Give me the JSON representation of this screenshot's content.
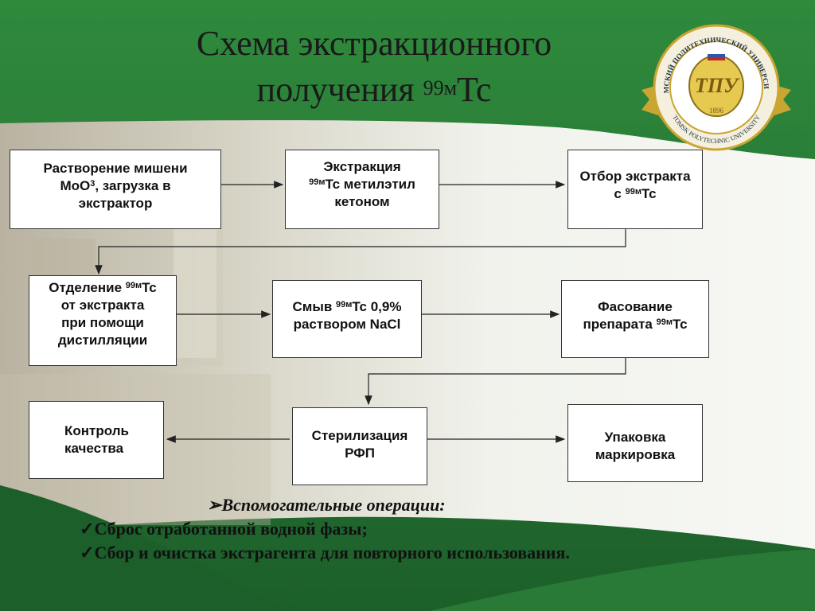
{
  "title": {
    "line1": "Схема экстракционного",
    "line2_main": "получения ",
    "line2_sup": "99м",
    "line2_end": "Tc"
  },
  "logo": {
    "top_text": "ТОМСКИЙ ПОЛИТЕХНИЧЕСКИЙ УНИВЕРСИТЕТ",
    "bottom_text": "TOMSK POLYTECHNIC UNIVERSITY",
    "monogram": "ТПУ",
    "year": "1896"
  },
  "boxes": {
    "b1": {
      "l1": "Растворение  мишени",
      "l2a": "MoO",
      "l2sup": "3",
      "l2b": ", загрузка в",
      "l3": "экстрактор"
    },
    "b2": {
      "l1": "Экстракция",
      "l2sup": "99м",
      "l2b": "Tc метилэтил",
      "l3": "кетоном"
    },
    "b3": {
      "l1": "Отбор экстракта",
      "l2a": "с ",
      "l2sup": "99м",
      "l2b": "Tc"
    },
    "b4": {
      "l1a": "Отделение ",
      "l1sup": "99м",
      "l1b": "Tc",
      "l2": "от экстракта",
      "l3": "при помощи",
      "l4": "дистилляции"
    },
    "b5": {
      "l1a": "Смыв ",
      "l1sup": "99м",
      "l1b": "Tc 0,9%",
      "l2": "раствором NaCl"
    },
    "b6": {
      "l1": "Фасование",
      "l2a": "препарата ",
      "l2sup": "99м",
      "l2b": "Tc"
    },
    "b7": {
      "l1": "Контроль",
      "l2": "качества"
    },
    "b8": {
      "l1": "Стерилизация",
      "l2": "РФП"
    },
    "b9": {
      "l1": "Упаковка",
      "l2": "маркировка"
    }
  },
  "notes": {
    "marker_head": "➢",
    "head": "Вспомогательные операции:",
    "marker_item": "✓",
    "items": [
      "Сброс отработанной водной фазы;",
      "Сбор и очистка экстрагента для повторного использования."
    ]
  },
  "colors": {
    "green_dark": "#1f6b2e",
    "green_band": "#2d7d3a",
    "panel": "#eef0e6",
    "gold": "#d8b646"
  }
}
